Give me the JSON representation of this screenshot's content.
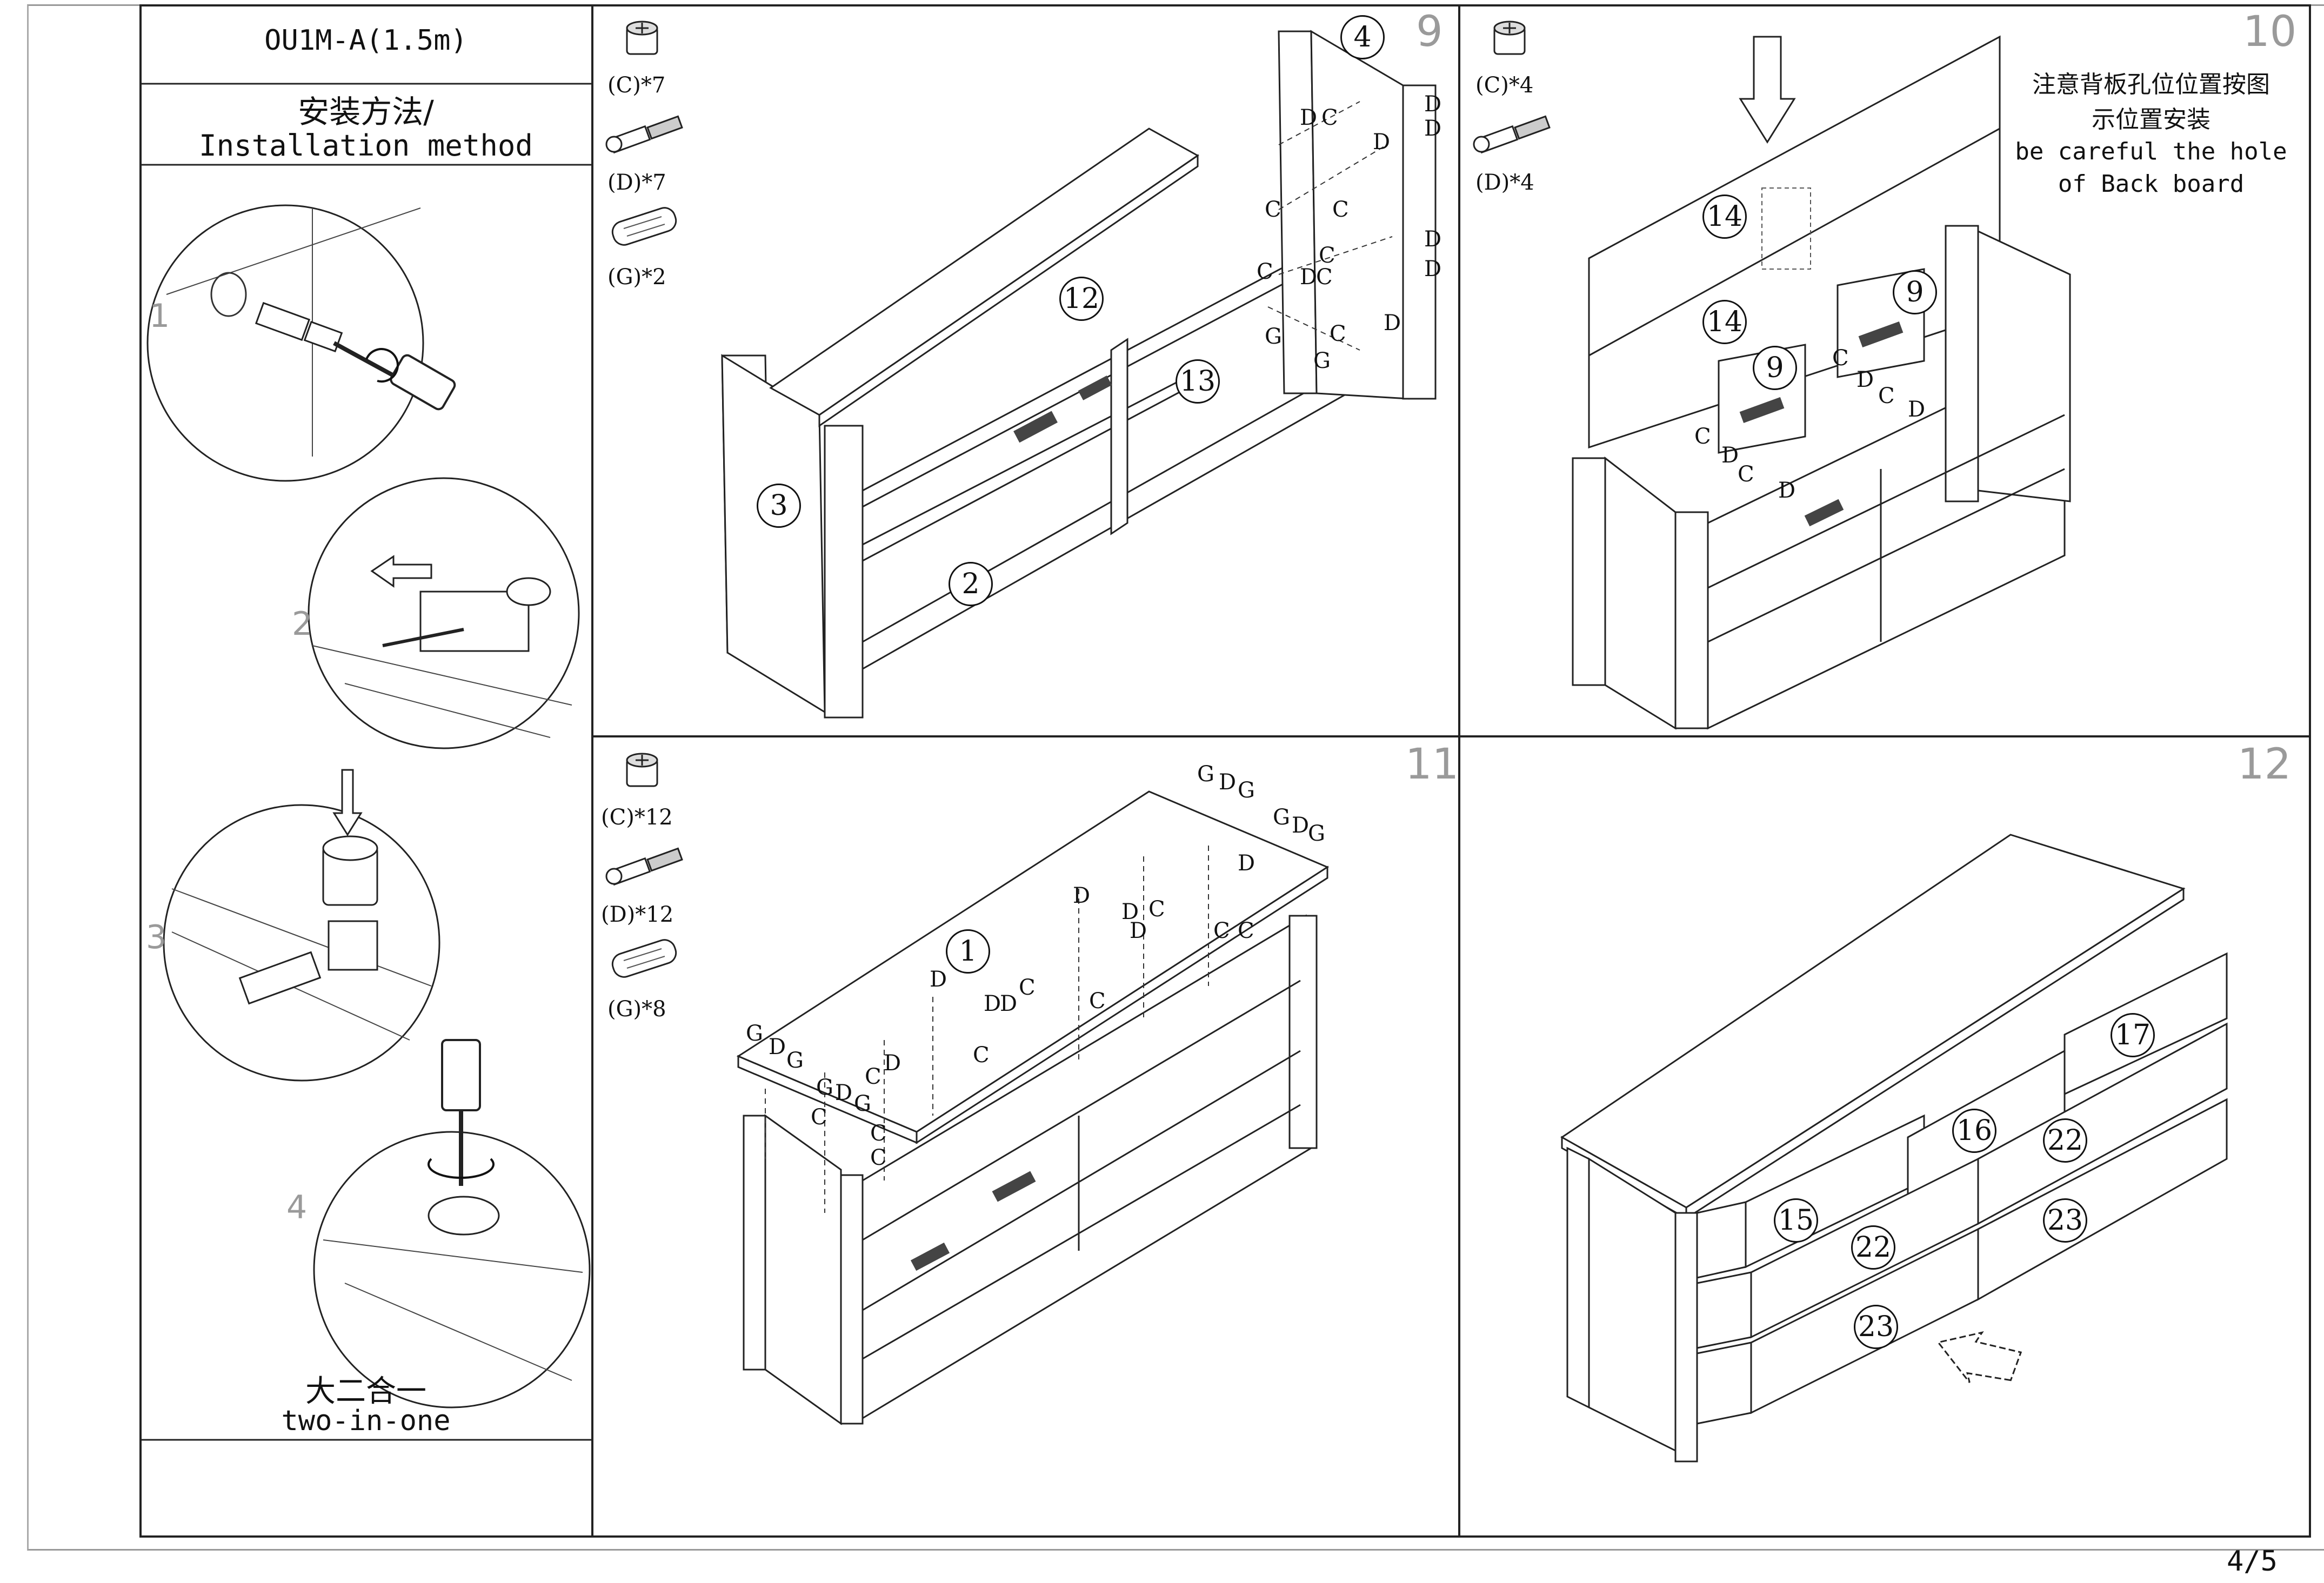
{
  "header": {
    "model": "OU1M-A(1.5m)",
    "method_cn": "安装方法/",
    "method_en": "Installation method"
  },
  "method_panel": {
    "substeps": [
      "1",
      "2",
      "3",
      "4"
    ],
    "caption_cn": "大二合一",
    "caption_en": "two-in-one"
  },
  "steps": {
    "s9": {
      "number": "9",
      "parts": [
        {
          "code": "(C)*7",
          "icon": "cam-lock-icon"
        },
        {
          "code": "(D)*7",
          "icon": "cam-bolt-icon"
        },
        {
          "code": "(G)*2",
          "icon": "wood-dowel-icon"
        }
      ],
      "callouts": [
        "4",
        "12",
        "13",
        "3",
        "2"
      ]
    },
    "s10": {
      "number": "10",
      "parts": [
        {
          "code": "(C)*4",
          "icon": "cam-lock-icon"
        },
        {
          "code": "(D)*4",
          "icon": "cam-bolt-icon"
        }
      ],
      "note_cn_1": "注意背板孔位位置按图",
      "note_cn_2": "示位置安装",
      "note_en_1": "be careful the hole",
      "note_en_2": "of Back board",
      "callouts": [
        "14",
        "14",
        "9",
        "9"
      ]
    },
    "s11": {
      "number": "11",
      "parts": [
        {
          "code": "(C)*12",
          "icon": "cam-lock-icon"
        },
        {
          "code": "(D)*12",
          "icon": "cam-bolt-icon"
        },
        {
          "code": "(G)*8",
          "icon": "wood-dowel-icon"
        }
      ],
      "callouts": [
        "1"
      ]
    },
    "s12": {
      "number": "12",
      "callouts": [
        "17",
        "16",
        "22",
        "15",
        "22",
        "23",
        "23"
      ]
    }
  },
  "fastener_letters": {
    "c": "C",
    "d": "D",
    "g": "G"
  },
  "page_number": "4/5"
}
